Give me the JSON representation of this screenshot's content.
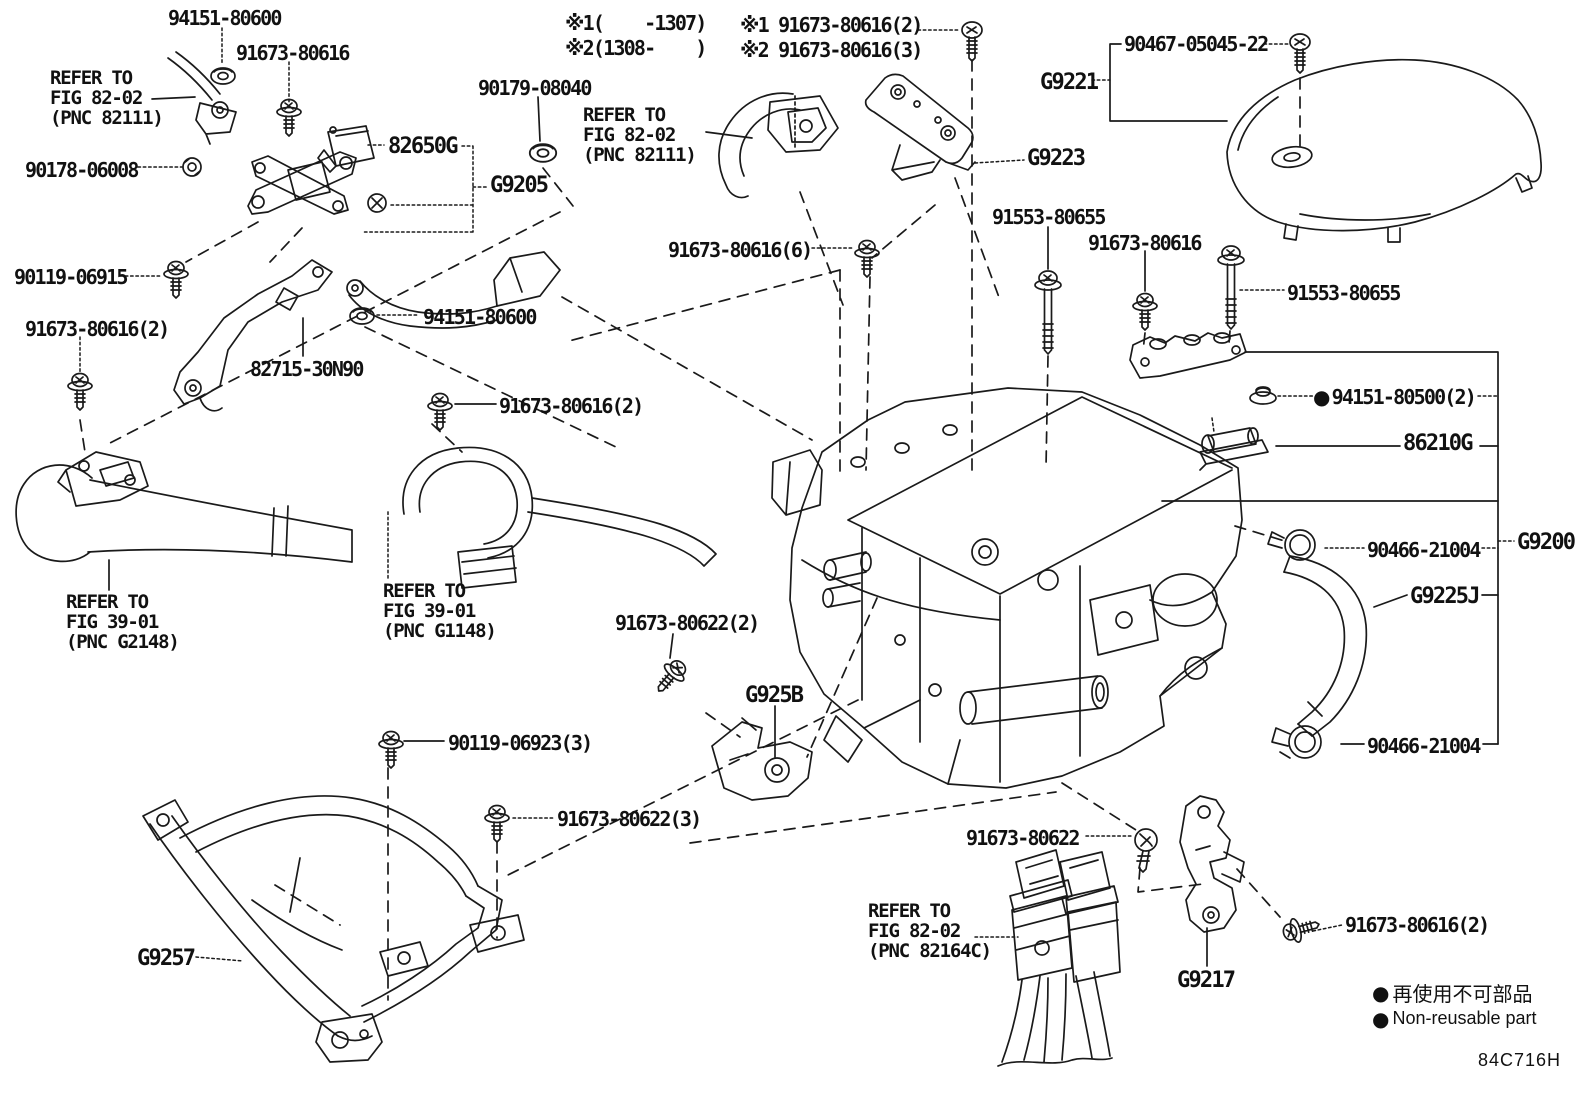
{
  "diagram": {
    "notes": {
      "n1": "※1(    -1307)",
      "n2": "※2(1308-    )",
      "n3": "※1 91673-80616(2)",
      "n4": "※2 91673-80616(3)"
    },
    "part_numbers": {
      "p94151_80600_a": "94151-80600",
      "p91673_80616_a": "91673-80616",
      "p90178_06008": "90178-06008",
      "p82650g": "82650G",
      "pg9205": "G9205",
      "p90179_08040": "90179-08040",
      "p90467_05045_22": "90467-05045-22",
      "pg9221": "G9221",
      "pg9223": "G9223",
      "p91553_80655_a": "91553-80655",
      "p91673_80616_b": "91673-80616",
      "p91553_80655_b": "91553-80655",
      "p90119_06915": "90119-06915",
      "p91673_80616_2_left": "91673-80616(2)",
      "p82715_30n90": "82715-30N90",
      "p94151_80600_b": "94151-80600",
      "p91673_80616_6": "91673-80616(6)",
      "p91673_80616_2_mid": "91673-80616(2)",
      "p94151_80500_2": "94151-80500(2)",
      "p86210g": "86210G",
      "p90466_21004_a": "90466-21004",
      "pg9200": "G9200",
      "pg9225j": "G9225J",
      "p90466_21004_b": "90466-21004",
      "p91673_80622_2": "91673-80622(2)",
      "pg925b": "G925B",
      "p90119_06923_3": "90119-06923(3)",
      "p91673_80622_3": "91673-80622(3)",
      "pg9257": "G9257",
      "p91673_80622": "91673-80622",
      "pg9217": "G9217",
      "p91673_80616_2_bottom": "91673-80616(2)"
    },
    "refer_blocks": {
      "r82111_left": {
        "l1": "REFER TO",
        "l2": "FIG 82-02",
        "l3": "(PNC 82111)"
      },
      "r82111_center": {
        "l1": "REFER TO",
        "l2": "FIG 82-02",
        "l3": "(PNC 82111)"
      },
      "r_g2148": {
        "l1": "REFER TO",
        "l2": "FIG 39-01",
        "l3": "(PNC G2148)"
      },
      "r_g1148": {
        "l1": "REFER TO",
        "l2": "FIG 39-01",
        "l3": "(PNC G1148)"
      },
      "r82164c": {
        "l1": "REFER TO",
        "l2": "FIG 82-02",
        "l3": "(PNC 82164C)"
      }
    },
    "legend": {
      "bullet": "●",
      "jp": "再使用不可部品",
      "en": "Non-reusable part"
    },
    "drawing_code": "84C716H"
  }
}
